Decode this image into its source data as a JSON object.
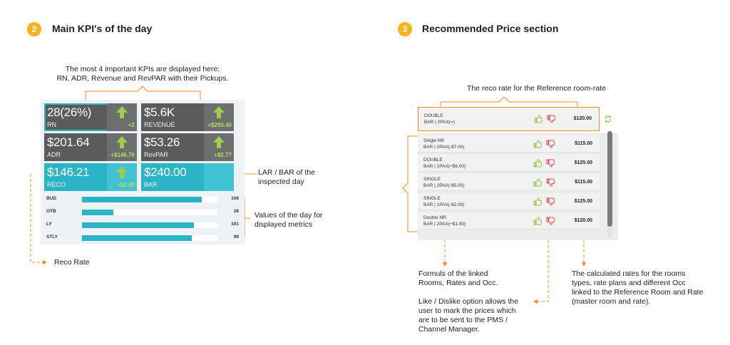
{
  "section2": {
    "num": "2",
    "title": "Main KPI's of the day"
  },
  "section3": {
    "num": "3",
    "title": "Recommended Price section"
  },
  "notes": {
    "kpi_intro_1": "The most 4 important KPIs are displayed here:",
    "kpi_intro_2": "RN, ADR, Revenue and RevPAR with their Pickups.",
    "lar_1": "LAR / BAR of the",
    "lar_2": "inspected day",
    "values_1": "Values of the day for",
    "values_2": "displayed metrics",
    "reco_rate": "Reco Rate",
    "reco_ref": "The reco rate for the Reference room-rate",
    "formulas_1": "Formuls of the linked",
    "formulas_2": "Rooms, Rates and Occ.",
    "like_1": "Like / Dislike option allows the",
    "like_2": "user to mark the prices which",
    "like_3": "are to be sent to the PMS /",
    "like_4": "Channel Manager.",
    "calc_1": "The calculated rates for the rooms",
    "calc_2": "types, rate plans and different Occ",
    "calc_3": "linked to the Reference Room and Rate",
    "calc_4": "(master room and rate)."
  },
  "kpis": [
    {
      "value": "28(26%)",
      "label": "RN",
      "pickup": "+2"
    },
    {
      "value": "$5.6K",
      "label": "REVENUE",
      "pickup": "+$293.40"
    },
    {
      "value": "$201.64",
      "label": "ADR",
      "pickup": "+$146.70"
    },
    {
      "value": "$53.26",
      "label": "RevPAR",
      "pickup": "+$2.77"
    },
    {
      "value": "$146.21",
      "label": "RECO",
      "pickup": "+$2.99"
    },
    {
      "value": "$240.00",
      "label": "BAR",
      "pickup": ""
    }
  ],
  "bars": {
    "max": 108,
    "rows": [
      {
        "label": "BUD",
        "value": 108
      },
      {
        "label": "OTB",
        "value": 28
      },
      {
        "label": "LY",
        "value": 101
      },
      {
        "label": "STLY",
        "value": 99
      }
    ]
  },
  "reco_ref": {
    "name": "DOUBLE",
    "sub": "BAR | 2PAX(=)",
    "price": "$120.00"
  },
  "reco_rows": [
    {
      "name": "Single NR",
      "sub": "BAR | 2PAX(-$7.00)",
      "price": "$115.00"
    },
    {
      "name": "DOUBLE",
      "sub": "BAR | 1PAX(+$6.00)",
      "price": "$125.00"
    },
    {
      "name": "SINGLE",
      "sub": "BAR | 2PAX(-$5.00)",
      "price": "$115.00"
    },
    {
      "name": "SINGLE",
      "sub": "BAR | 1PAX(-$2.00)",
      "price": "$125.00"
    },
    {
      "name": "Double NR",
      "sub": "BAR | 2PAX(+$1.00)",
      "price": "$120.00"
    }
  ],
  "colors": {
    "accent": "#f08b1d",
    "teal": "#2ab4c6",
    "badge": "#f5b31d",
    "like": "#8cc63f",
    "dislike": "#e2474b"
  }
}
